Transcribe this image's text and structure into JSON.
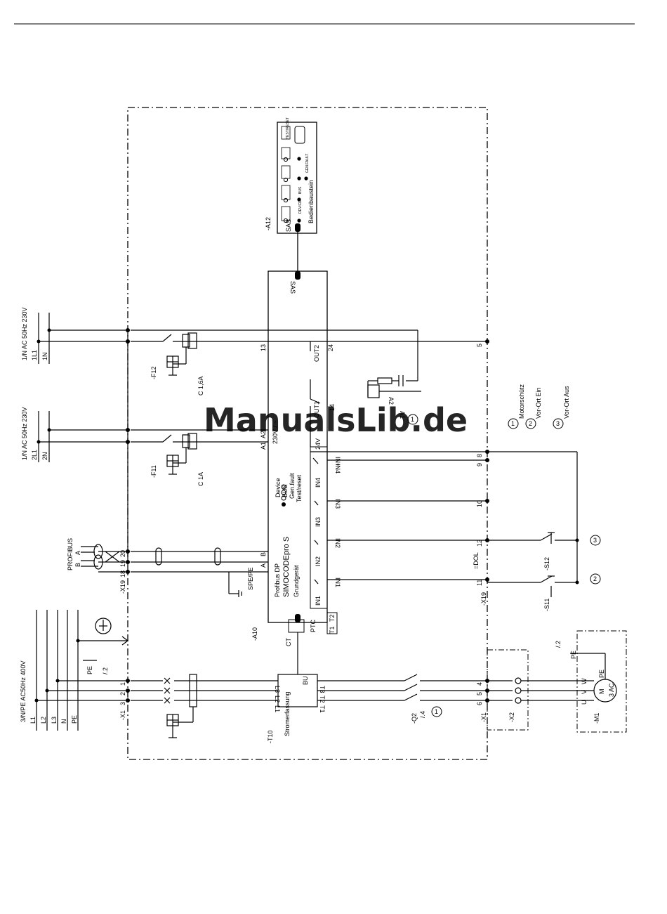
{
  "watermark": "ManualsLib.de",
  "supply": {
    "main": "3/N/PE AC50Hz 400V",
    "main_lines": [
      "L1",
      "L2",
      "L3",
      "N",
      "PE"
    ],
    "f12": "1/N AC 50Hz 230V",
    "f12_lines": [
      "1L1",
      "1N"
    ],
    "f11": "1/N AC 50Hz 230V",
    "f11_lines": [
      "2L1",
      "2N"
    ]
  },
  "profibus": {
    "label": "PROFIBUS",
    "a": "A",
    "b": "B",
    "grid": "Profibus DP",
    "spe": "SPE/PE",
    "b_pin": "B",
    "a_pin": "A"
  },
  "components": {
    "a12": "-A12",
    "a10": "-A10",
    "f11": "-F11",
    "f12": "-F12",
    "t10": "-T10",
    "q2": "-Q2",
    "m1": "-M1",
    "x1": "-X1",
    "x2": "-X2",
    "x19": "-X19",
    "s11": "-S11",
    "s12": "-S12",
    "c16a": "C 1,6A",
    "c1a": "C 1A",
    "dol": "=DOL",
    "q2ref": "/.4",
    "ref2": "/.2",
    "ref2b": "/.2",
    "pe": "PE",
    "pe2": "PE"
  },
  "panel": {
    "name": "Bedienbaustein",
    "sas": "SAS",
    "leds": [
      "DEVICE",
      "BUS",
      "GEN.FAULT"
    ],
    "test": "TEST/RESET"
  },
  "basic_unit": {
    "title": "SIMOCODEpro S",
    "subtitle": "Grundgerät",
    "sas": "SAS",
    "ct": "CT",
    "ptc": "PTC",
    "t1": "T1",
    "t2": "T2",
    "voltage": "230V / ~",
    "leds": [
      "Device",
      "BUS",
      "Gen.fault",
      "Test/reset"
    ],
    "out1": "OUT1",
    "out2": "OUT2",
    "a1": "A1",
    "a2": "A2",
    "p13": "13",
    "p24": "24",
    "p14": "14",
    "inputs": [
      "IN1",
      "IN2",
      "IN3",
      "IN4"
    ],
    "vplus": "24V",
    "inplus": "IN+"
  },
  "current": {
    "label": "Stromerfassung",
    "bu": "BU",
    "l": [
      "L1",
      "L2",
      "L3"
    ],
    "t": [
      "T1",
      "T2",
      "T3"
    ]
  },
  "terminals": {
    "x19": [
      "18",
      "19",
      "20"
    ],
    "x1_left": [
      "1",
      "2",
      "3"
    ],
    "x1_right": [
      "4",
      "5",
      "6"
    ],
    "right": [
      "5",
      "8",
      "9",
      "10",
      "12",
      "11"
    ]
  },
  "motor": {
    "m": "M",
    "type": "3 AC",
    "uvw": [
      "U",
      "V",
      "W"
    ]
  },
  "legend": [
    {
      "num": "1",
      "text": "Motorschütz"
    },
    {
      "num": "2",
      "text": "Vor-Ort Ein"
    },
    {
      "num": "3",
      "text": "Vor-Ort Aus"
    }
  ],
  "markers": {
    "q2": "1",
    "out1": "1",
    "s11": "2",
    "s12": "3"
  },
  "colors": {
    "line": "#000000",
    "watermark": "#bcd0ec"
  }
}
